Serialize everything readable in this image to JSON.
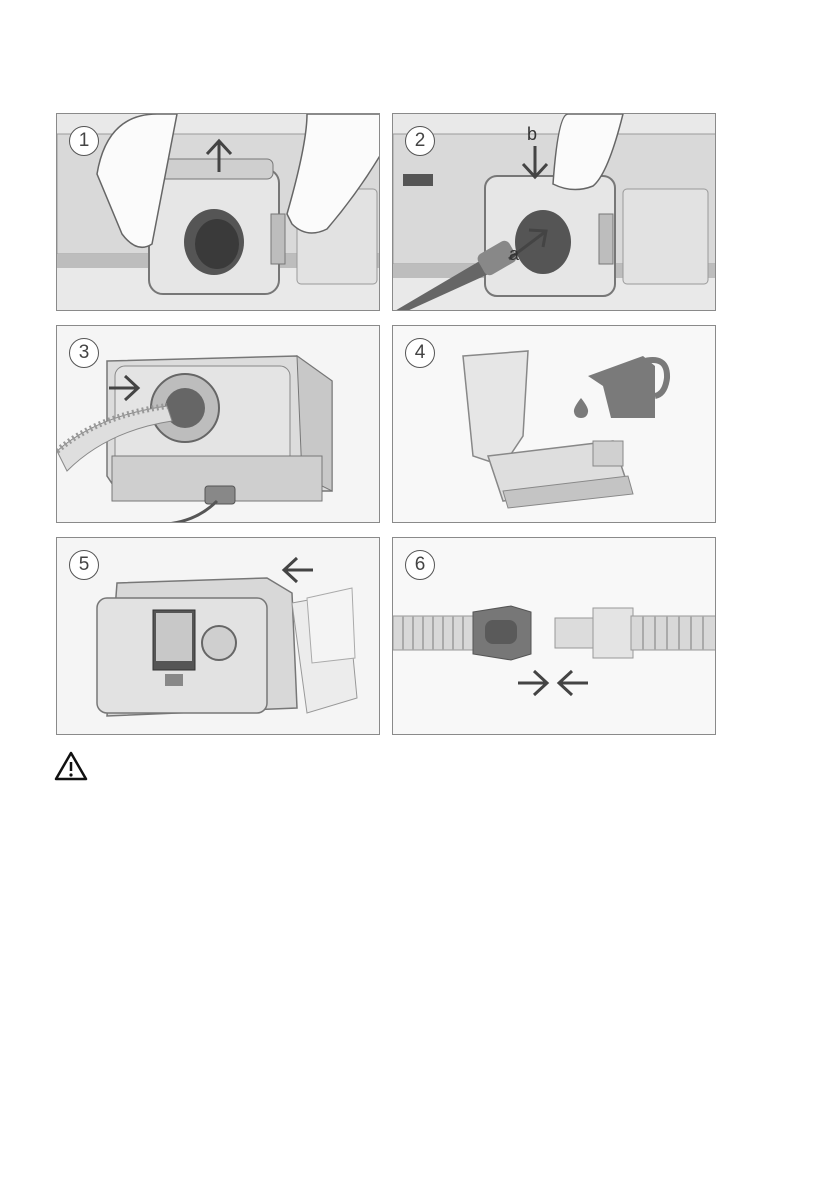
{
  "steps": [
    {
      "number": "1"
    },
    {
      "number": "2",
      "callouts": {
        "a": "a",
        "b": "b"
      }
    },
    {
      "number": "3"
    },
    {
      "number": "4"
    },
    {
      "number": "5"
    },
    {
      "number": "6"
    }
  ],
  "icons": {
    "step1": [
      "up-arrow-icon"
    ],
    "step2": [
      "down-arrow-icon",
      "diagonal-arrow-icon"
    ],
    "step3": [
      "right-arrow-icon"
    ],
    "step4": [
      "water-jug-icon",
      "water-drop-icon"
    ],
    "step5": [
      "left-arrow-icon"
    ],
    "step6": [
      "right-arrow-icon",
      "left-arrow-icon"
    ],
    "warning": "warning-triangle-icon"
  },
  "colors": {
    "device_gray": "#d4d4d4",
    "device_dark": "#6a6a6a",
    "arrow": "#444444",
    "panel_border": "#8a8a8a"
  }
}
